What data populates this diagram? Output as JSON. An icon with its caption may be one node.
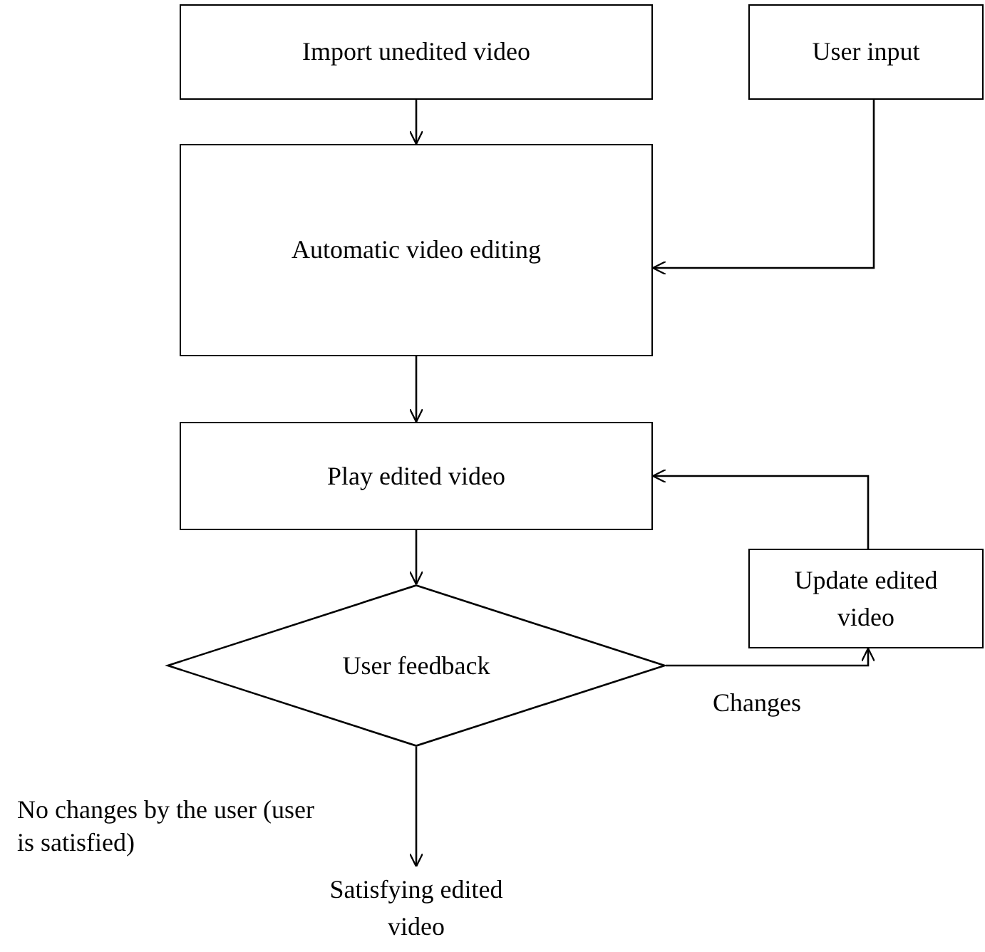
{
  "diagram": {
    "nodes": [
      {
        "text": [
          "Import unedited video"
        ]
      },
      {
        "text": [
          "User input"
        ]
      },
      {
        "text": [
          "Automatic video editing"
        ]
      },
      {
        "text": [
          "Play edited video"
        ]
      },
      {
        "text": [
          "Update edited video"
        ]
      },
      {
        "text": [
          "User feedback"
        ]
      },
      {
        "text": [
          "Satisfying edited video"
        ]
      }
    ],
    "edges": [
      {
        "from": 0,
        "to": 2,
        "arrow": "to"
      },
      {
        "from": 1,
        "to": 2,
        "arrow": "to"
      },
      {
        "from": 2,
        "to": 3,
        "arrow": "to"
      },
      {
        "from": 3,
        "to": 5,
        "arrow": "to"
      },
      {
        "from": 5,
        "to": 4,
        "arrow": "to",
        "label": "Changes"
      },
      {
        "from": 4,
        "to": 3,
        "arrow": "to"
      },
      {
        "from": 5,
        "to": 6,
        "arrow": "to",
        "label": "No changes by the user (user is satisfied)"
      }
    ]
  }
}
